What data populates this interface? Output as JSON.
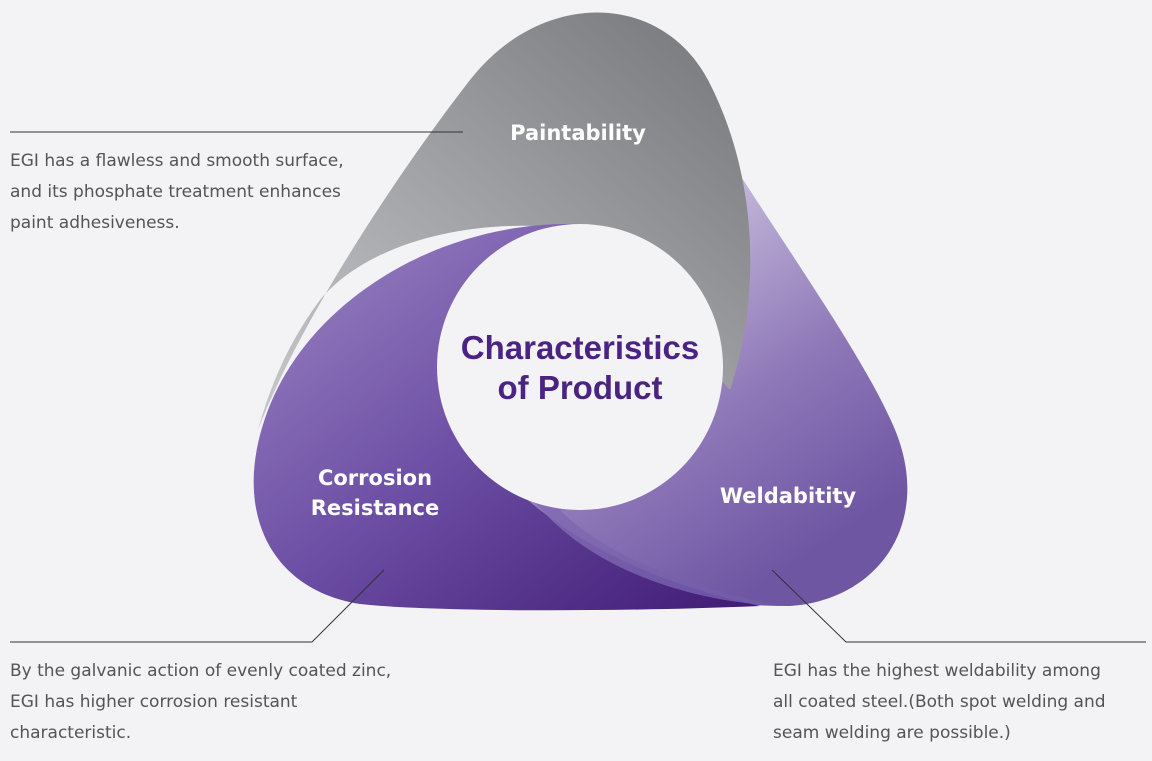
{
  "center": {
    "title": "Characteristics\nof Product"
  },
  "lobes": {
    "paintability": {
      "label": "Paintability",
      "description": "EGI has a flawless and smooth surface,\nand its phosphate treatment enhances\npaint adhesiveness."
    },
    "corrosion": {
      "label": "Corrosion\nResistance",
      "description": "By the galvanic action of evenly coated zinc,\nEGI has higher corrosion resistant\ncharacteristic."
    },
    "weldability": {
      "label": "Weldabitity",
      "description": "EGI has the highest weldability among\nall coated steel.(Both spot welding and\nseam welding are possible.)"
    }
  },
  "colors": {
    "background": "#f3f3f6",
    "gray_lobe": "#8a8b8f",
    "purple_dark": "#4a1f7d",
    "purple_light": "#9b86c2",
    "title_purple": "#4a2383",
    "leader_line": "#333333"
  }
}
